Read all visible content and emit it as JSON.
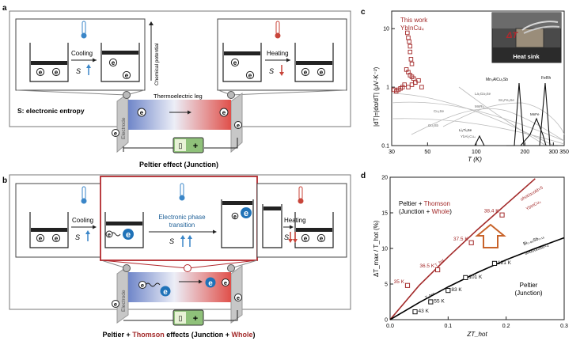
{
  "panel_a": {
    "letter": "a",
    "cooling": "Cooling",
    "heating": "Heating",
    "entropy_symbol": "S",
    "chem_potential": "Chemical potential",
    "entropy_label": "S: electronic entropy",
    "leg_label": "Thermoelectric leg",
    "electrode": "Electrode",
    "caption": "Peltier effect (Junction)",
    "electron": "e"
  },
  "panel_b": {
    "letter": "b",
    "cooling": "Cooling",
    "heating": "Heating",
    "entropy_symbol": "S",
    "transition_line1": "Electronic phase",
    "transition_line2": "transition",
    "electrode": "Electrode",
    "caption_prefix": "Peltier + ",
    "caption_thomson": "Thomson",
    "caption_mid": " effects (Junction + ",
    "caption_whole": "Whole",
    "caption_suffix": ")",
    "electron": "e"
  },
  "panel_c": {
    "letter": "c",
    "this_work_line1": "This work",
    "this_work_line2": "YbInCu₄",
    "delta_t": "ΔT",
    "heat_sink": "Heat sink",
    "ylabel": "|dT|=|dα/dT| (μV·K⁻²)",
    "xlabel": "T (K)",
    "materials": [
      "Mn₃AlCu₃Sb",
      "FeRh",
      "MnFe",
      "Li₂Ti₃Se",
      "La₃Ga₃Se",
      "Sn₂Fe₅Se",
      "YbAl₂Cu₄",
      "Cu₂Se",
      "Cu₂Sb",
      "MnRi₃"
    ]
  },
  "panel_d": {
    "letter": "d",
    "ylabel": "ΔT_max / T_hot (%)",
    "xlabel": "ZT_hot",
    "legend_upper_line1_a": "Peltier + ",
    "legend_upper_line1_b": "Thomson",
    "legend_upper_line2_a": "(Junction + ",
    "legend_upper_line2_b": "Whole",
    "legend_upper_line2_c": ")",
    "legend_lower_line1": "Peltier",
    "legend_lower_line2": "(Junction)",
    "upper_curve_label": "αhot/αcold=5",
    "upper_material": "YbInCu₄",
    "lower_material": "Bi₀.₈₅Sb₀.₁₅",
    "lower_ratio": "αhot/αcold=1",
    "t_hot": "T_hot"
  },
  "chart_data": [
    {
      "type": "scatter",
      "panel": "c",
      "xlabel": "T (K)",
      "ylabel": "|dT|=|dα/dT| (μV·K⁻²)",
      "x_scale": "log",
      "y_scale": "log",
      "xlim": [
        30,
        350
      ],
      "ylim": [
        0.1,
        20
      ],
      "x_ticks": [
        "30",
        "50",
        "100",
        "200",
        "300",
        "350"
      ],
      "y_ticks": [
        "0.1",
        "1",
        "10"
      ],
      "series": [
        {
          "name": "This work YbInCu₄",
          "color": "#a32a2a",
          "x": [
            37.5,
            38,
            38.5,
            39,
            39,
            39.5,
            40,
            37,
            38,
            39,
            40,
            41,
            42,
            36,
            35,
            34,
            33,
            32,
            31,
            38,
            40,
            42,
            44,
            46
          ],
          "y": [
            8.5,
            7,
            6,
            5,
            4,
            3,
            2.5,
            2,
            1.8,
            1.6,
            1.5,
            1.4,
            1.2,
            1.1,
            1.0,
            0.95,
            0.9,
            0.85,
            0.9,
            1.0,
            1.1,
            1.2,
            1.3,
            1.0
          ]
        }
      ]
    },
    {
      "type": "line",
      "panel": "d",
      "xlabel": "ZT_hot",
      "ylabel": "ΔT_max / T_hot (%)",
      "xlim": [
        0,
        0.3
      ],
      "ylim": [
        0,
        20
      ],
      "x_ticks": [
        "0.0",
        "0.1",
        "0.2",
        "0.3"
      ],
      "y_ticks": [
        "0",
        "5",
        "10",
        "15",
        "20"
      ],
      "series": [
        {
          "name": "Peltier + Thomson",
          "color": "#a32a2a",
          "x": [
            0,
            0.05,
            0.1,
            0.15,
            0.2,
            0.25
          ],
          "y": [
            0,
            4.8,
            8.8,
            12.6,
            16.2,
            19.8
          ]
        },
        {
          "name": "Peltier",
          "color": "#000000",
          "x": [
            0,
            0.05,
            0.1,
            0.15,
            0.2,
            0.25,
            0.3
          ],
          "y": [
            0,
            2.4,
            4.6,
            6.6,
            8.4,
            10.0,
            11.5
          ]
        }
      ],
      "points_upper": [
        {
          "label": "35 K",
          "x": 0.03,
          "y": 4.8
        },
        {
          "label": "36.5 K",
          "x": 0.082,
          "y": 7.0
        },
        {
          "label": "37.5 K",
          "x": 0.14,
          "y": 10.8
        },
        {
          "label": "38.4 K",
          "x": 0.193,
          "y": 14.7
        }
      ],
      "points_lower": [
        {
          "label": "43 K",
          "x": 0.043,
          "y": 1.1
        },
        {
          "label": "55 K",
          "x": 0.07,
          "y": 2.5
        },
        {
          "label": "83 K",
          "x": 0.1,
          "y": 4.1
        },
        {
          "label": "101 K",
          "x": 0.13,
          "y": 5.9
        },
        {
          "label": "121 K",
          "x": 0.18,
          "y": 7.9
        }
      ]
    }
  ]
}
